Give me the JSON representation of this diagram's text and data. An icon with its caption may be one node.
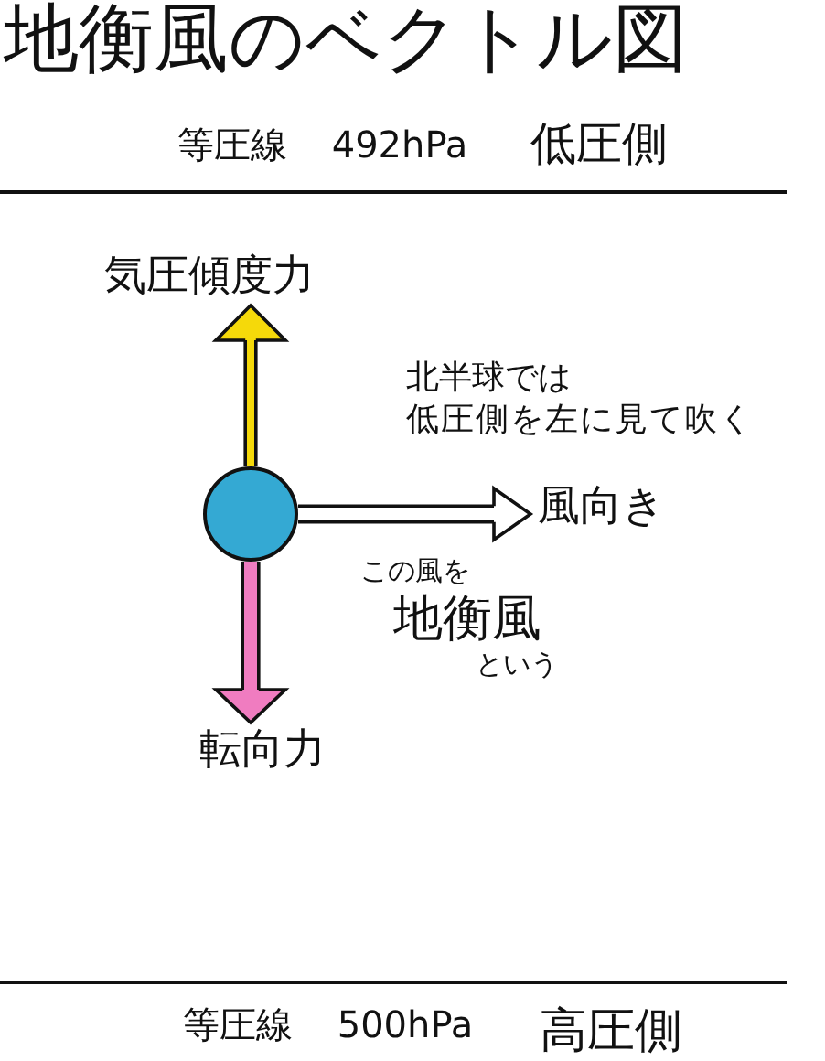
{
  "diagram": {
    "title": "地衡風のベクトル図",
    "nodes": [
      {
        "text": [
          "気圧傾度力"
        ]
      },
      {
        "text": [],
        "shape": "circle"
      },
      {
        "text": [
          "風向き"
        ]
      },
      {
        "text": [
          "転向力"
        ]
      }
    ],
    "edges": [
      {
        "from": 1,
        "to": 0,
        "arrow": "to",
        "color": "#f5d90a"
      },
      {
        "from": 1,
        "to": 2,
        "arrow": "to",
        "color": "#ffffff"
      },
      {
        "from": 1,
        "to": 3,
        "arrow": "to",
        "color": "#f07cc0"
      }
    ],
    "labels": [
      "等圧線 492hPa",
      "低圧側",
      "北半球では",
      "低圧側を左に見て吹く",
      "この風を",
      "地衡風",
      "という",
      "等圧線 500hPa",
      "高圧側"
    ]
  }
}
